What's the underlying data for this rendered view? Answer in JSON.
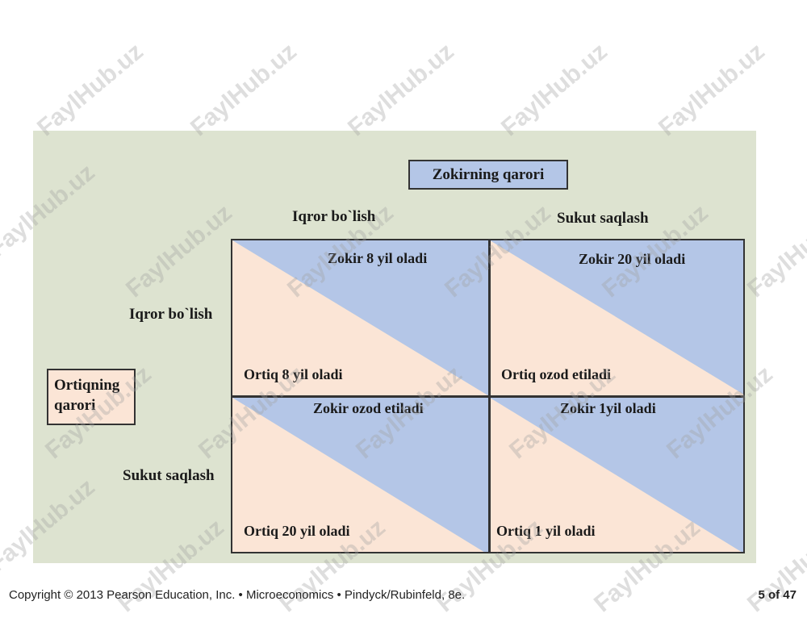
{
  "matrix": {
    "column_header": "Zokirning qarori",
    "row_header": "Ortiqning qarori",
    "columns": [
      "Iqror bo`lish",
      "Sukut saqlash"
    ],
    "rows": [
      "Iqror bo`lish",
      "Sukut saqlash"
    ],
    "cells": [
      {
        "zokir": "Zokir 8 yil oladi",
        "ortiq": "Ortiq 8 yil oladi"
      },
      {
        "zokir": "Zokir 20 yil oladi",
        "ortiq": "Ortiq ozod etiladi"
      },
      {
        "zokir": "Zokir ozod etiladi",
        "ortiq": "Ortiq 20 yil oladi"
      },
      {
        "zokir": "Zokir 1yil oladi",
        "ortiq": "Ortiq 1 yil oladi"
      }
    ],
    "colors": {
      "zokir_fill": "#b4c6e7",
      "ortiq_fill": "#fbe5d6",
      "panel": "#dde3d0"
    }
  },
  "watermark": "FaylHub.uz",
  "footer": {
    "copyright": "Copyright © 2013 Pearson Education, Inc. • Microeconomics • Pindyck/Rubinfeld, 8e.",
    "page": "5 of 47"
  }
}
